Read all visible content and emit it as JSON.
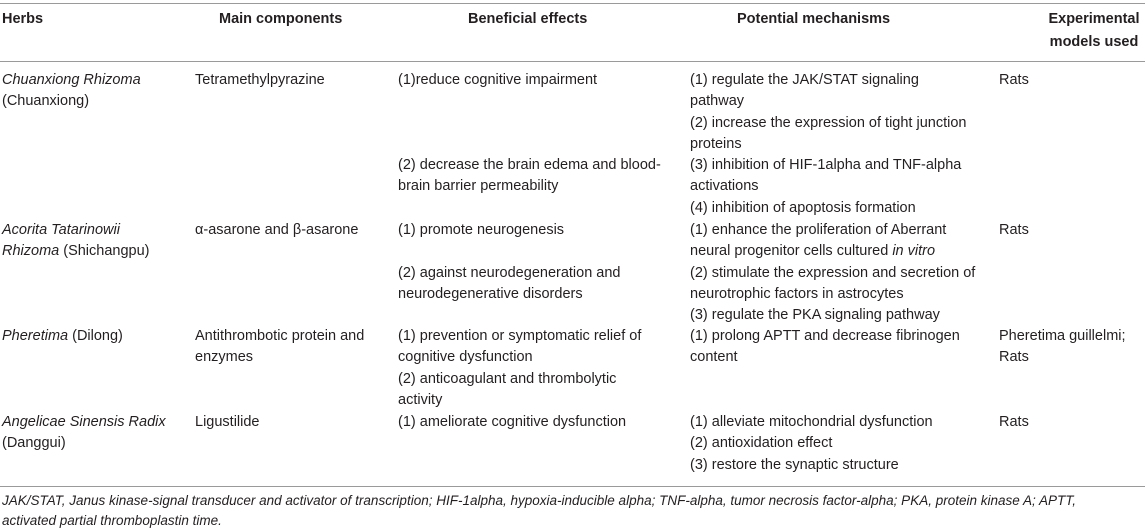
{
  "headers": {
    "herbs": "Herbs",
    "components": "Main components",
    "effects": "Beneficial effects",
    "mechanisms": "Potential mechanisms",
    "models_line1": "Experimental",
    "models_line2": "models used"
  },
  "rows": [
    {
      "herb_it1": "Chuanxiong Rhizoma",
      "herb_plain1": "(Chuanxiong)",
      "component": "Tetramethylpyrazine",
      "effect1": "(1)reduce cognitive impairment",
      "effect2a": "(2) decrease the brain edema and blood-",
      "effect2b": "brain barrier permeability",
      "mech1a": "(1) regulate the JAK/STAT signaling",
      "mech1b": "pathway",
      "mech2a": "(2) increase the expression of tight junction",
      "mech2b": "proteins",
      "mech3a": "(3) inhibition of HIF-1alpha and TNF-alpha",
      "mech3b": "activations",
      "mech4": "(4) inhibition of apoptosis formation",
      "model": "Rats"
    },
    {
      "herb_it1": "Acorita Tatarinowii",
      "herb_it2": "Rhizoma",
      "herb_plain2": " (Shichangpu)",
      "component": "α-asarone and β-asarone",
      "effect1": "(1) promote neurogenesis",
      "effect2a": "(2) against neurodegeneration and",
      "effect2b": "neurodegenerative disorders",
      "mech1a": "(1) enhance the proliferation of Aberrant",
      "mech1b": "neural progenitor cells cultured ",
      "mech1b_it": "in vitro",
      "mech2a": "(2) stimulate the expression and secretion of",
      "mech2b": "neurotrophic factors in astrocytes",
      "mech3": "(3) regulate the PKA signaling pathway",
      "model": "Rats"
    },
    {
      "herb_it1": "Pheretima",
      "herb_plain1": " (Dilong)",
      "component_a": "Antithrombotic protein and",
      "component_b": "enzymes",
      "effect1a": "(1) prevention or symptomatic relief of",
      "effect1b": "cognitive dysfunction",
      "effect2a": "(2) anticoagulant and thrombolytic",
      "effect2b": "activity",
      "mech1a": "(1) prolong APTT and decrease fibrinogen",
      "mech1b": "content",
      "model_a": "Pheretima guillelmi;",
      "model_b": "Rats"
    },
    {
      "herb_it1": "Angelicae Sinensis Radix",
      "herb_plain2": "(Danggui)",
      "component": "Ligustilide",
      "effect1": "(1) ameliorate cognitive dysfunction",
      "mech1": "(1) alleviate mitochondrial dysfunction",
      "mech2": "(2) antioxidation effect",
      "mech3": "(3) restore the synaptic structure",
      "model": "Rats"
    }
  ],
  "footnote_line1": "JAK/STAT, Janus kinase-signal transducer and activator of transcription; HIF-1alpha, hypoxia-inducible alpha; TNF-alpha, tumor necrosis factor-alpha; PKA, protein kinase A; APTT,",
  "footnote_line2": "activated partial thromboplastin time."
}
